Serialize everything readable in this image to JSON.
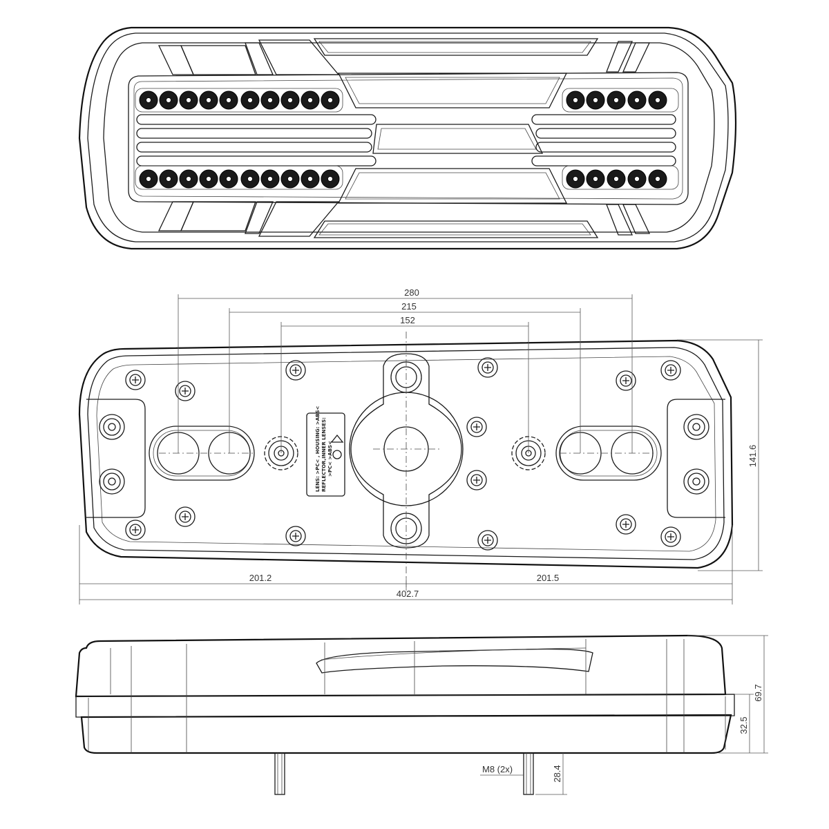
{
  "dimensions": {
    "d280": "280",
    "d215": "215",
    "d152": "152",
    "height": "141.6",
    "left_half": "201.2",
    "right_half": "201.5",
    "total_length": "402.7",
    "depth_total": "69.7",
    "depth_body": "32.5",
    "stud_length": "28.4",
    "stud_thread": "M8 (2x)"
  },
  "label": {
    "line1": "LENS: >PC< , HOUSING: >ABS<",
    "line2": "REFLECTOR,INNER LENSES:",
    "line3": ">PC< >ABS<"
  }
}
